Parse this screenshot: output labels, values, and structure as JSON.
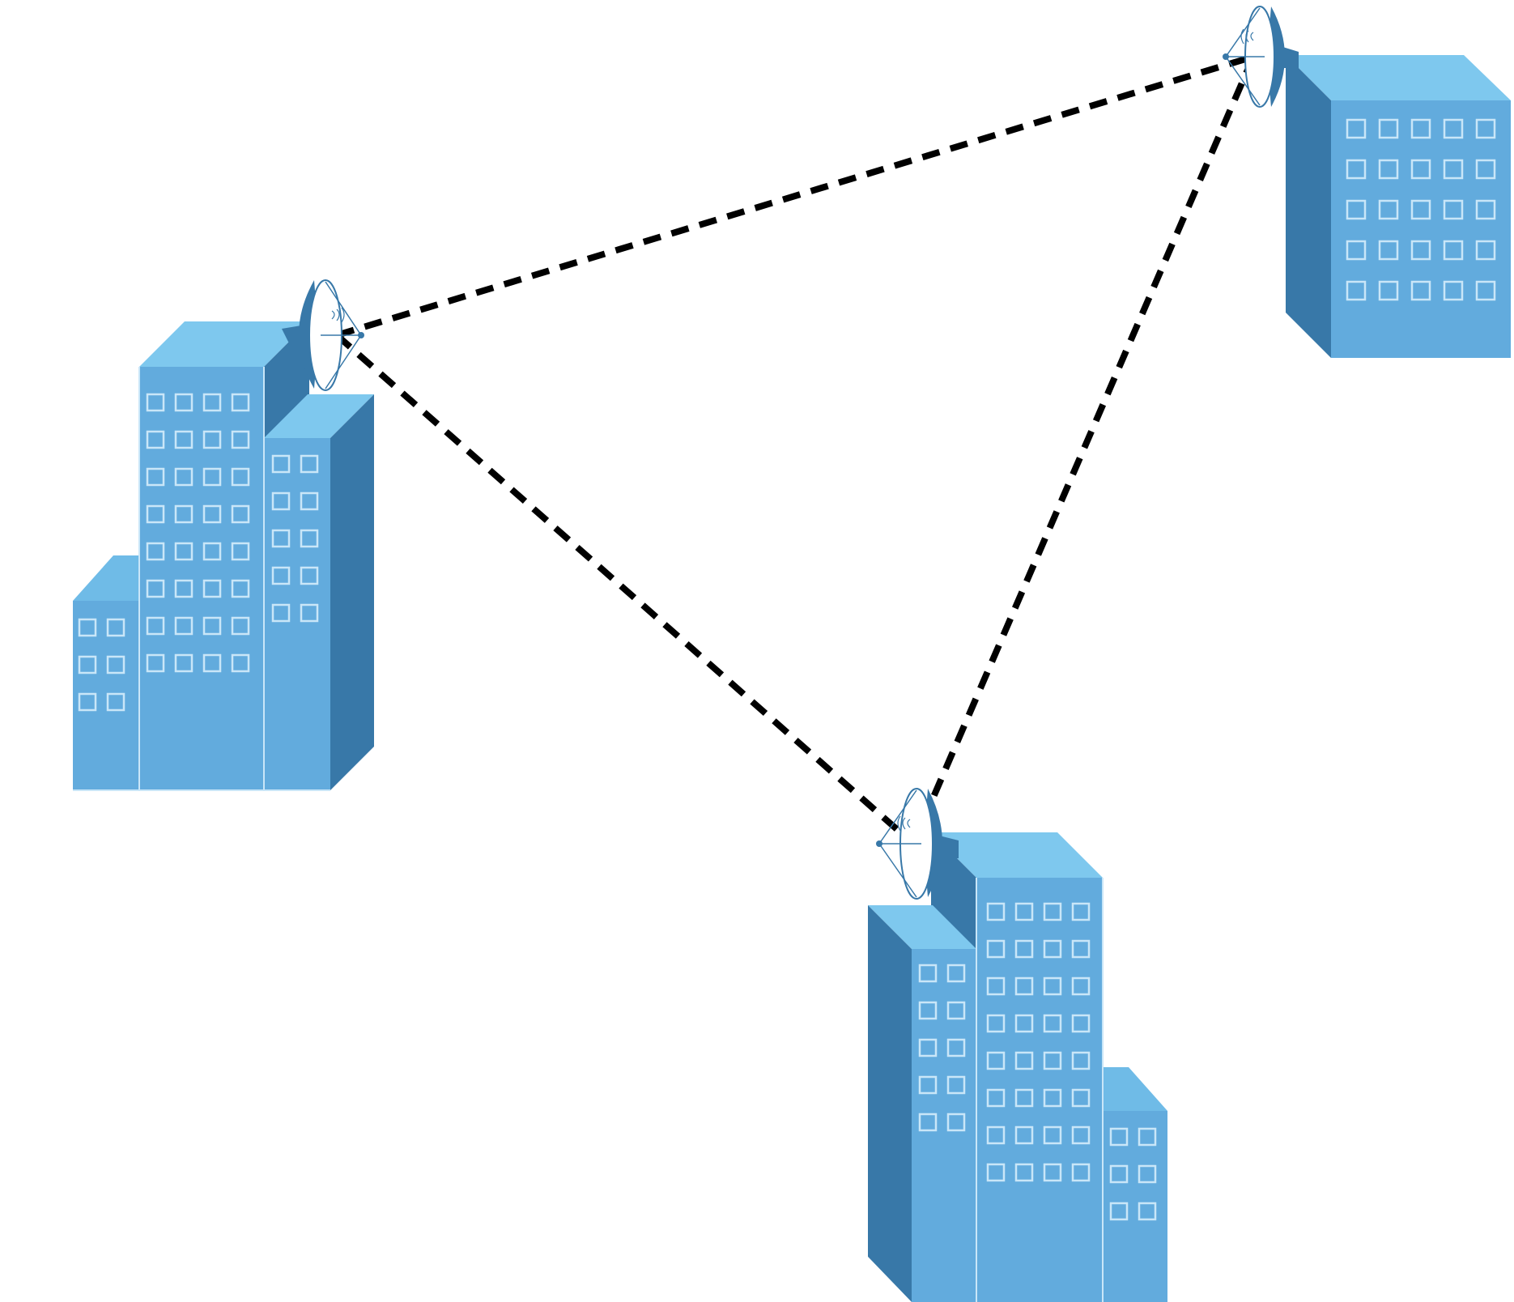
{
  "diagram": {
    "type": "wireless-point-to-point-network",
    "colors": {
      "background": "#ffffff",
      "roof": "#7ec8ee",
      "front": "#62abdd",
      "side": "#3878a8",
      "window": "#c9e6f8",
      "link": "#000000",
      "dish_face": "#ffffff",
      "dish_back": "#3878a8"
    },
    "nodes": [
      {
        "id": "building-left",
        "icon": "office-building-cluster-icon",
        "antenna": "satellite-dish-icon"
      },
      {
        "id": "building-top-right",
        "icon": "office-building-icon",
        "antenna": "satellite-dish-icon"
      },
      {
        "id": "building-bottom",
        "icon": "office-building-cluster-icon",
        "antenna": "satellite-dish-icon"
      }
    ],
    "links": [
      {
        "from": "building-left",
        "to": "building-top-right",
        "style": "dashed"
      },
      {
        "from": "building-left",
        "to": "building-bottom",
        "style": "dashed"
      },
      {
        "from": "building-top-right",
        "to": "building-bottom",
        "style": "dashed"
      }
    ]
  }
}
